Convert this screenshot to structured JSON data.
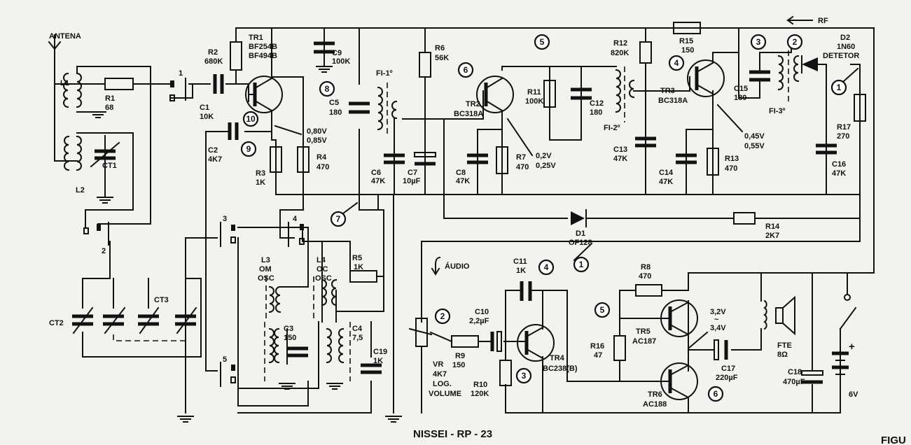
{
  "title": "NISSEI - RP - 23",
  "corner_text": "FIGU",
  "labels": {
    "antena": "ANTENA",
    "l1": "L1",
    "l2": "L2",
    "r1": "R1",
    "r1_val": "68",
    "ct1": "CT1",
    "ct2": "CT2",
    "ct3": "CT3",
    "sw1": "1",
    "sw2": "2",
    "sw3": "3",
    "sw4": "4",
    "sw5": "5",
    "c1": "C1",
    "c1_val": "10K",
    "c2": "C2",
    "c2_val": "4K7",
    "r2": "R2",
    "r2_val": "680K",
    "tr1": "TR1",
    "tr1_val1": "BF254B",
    "tr1_val2": "BF494B",
    "c9": "C9",
    "c9_val": "100K",
    "r3": "R3",
    "r3_val": "1K",
    "r4": "R4",
    "r4_val": "470",
    "v_tr1_a": "0,80V",
    "v_tr1_b": "0,85V",
    "c5": "C5",
    "c5_val": "180",
    "fi1": "FI-1º",
    "r6": "R6",
    "r6_val": "56K",
    "tr2": "TR2",
    "tr2_val": "BC318A",
    "c6": "C6",
    "c6_val": "47K",
    "c7": "C7",
    "c7_val": "10µF",
    "c8": "C8",
    "c8_val": "47K",
    "r7": "R7",
    "r7_val": "470",
    "v_tr2_a": "0,2V",
    "v_tr2_b": "0,25V",
    "r11": "R11",
    "r11_val": "100K",
    "c12": "C12",
    "c12_val": "180",
    "fi2": "FI-2º",
    "r12": "R12",
    "r12_val": "820K",
    "r15": "R15",
    "r15_val": "150",
    "rf": "RF",
    "tr3": "TR3",
    "tr3_val": "BC318A",
    "c13": "C13",
    "c13_val": "47K",
    "c14": "C14",
    "c14_val": "47K",
    "r13": "R13",
    "r13_val": "470",
    "v_tr3_a": "0,45V",
    "v_tr3_b": "0,55V",
    "c15": "C15",
    "c15_val": "180",
    "fi3": "FI-3º",
    "d2": "D2",
    "d2_val": "1N60",
    "detetor": "DETETOR",
    "r17": "R17",
    "r17_val": "270",
    "c16": "C16",
    "c16_val": "47K",
    "d1": "D1",
    "d1_val": "OF128",
    "r14": "R14",
    "r14_val": "2K7",
    "l3": "L3",
    "l3_a": "OM",
    "l3_b": "OSC",
    "l4": "L4",
    "l4_a": "OC",
    "l4_b": "OSC",
    "r5": "R5",
    "r5_val": "1K",
    "c3": "C3",
    "c3_val": "150",
    "c4": "C4",
    "c4_val": "7,5",
    "c19": "C19",
    "c19_val": "1K",
    "audio": "ÁUDIO",
    "vr": "VR",
    "vr_val": "4K7",
    "vr_log": "LOG.",
    "vr_vol": "VOLUME",
    "r9": "R9",
    "r9_val": "150",
    "c10": "C10",
    "c10_val": "2,2µF",
    "c11": "C11",
    "c11_val": "1K",
    "tr4": "TR4",
    "tr4_val": "BC238(B)",
    "r10": "R10",
    "r10_val": "120K",
    "r8": "R8",
    "r8_val": "470",
    "r16": "R16",
    "r16_val": "47",
    "tr5": "TR5",
    "tr5_val": "AC187",
    "tr6": "TR6",
    "tr6_val": "AC188",
    "v_out_a": "3,2V",
    "v_out_tilde": "~",
    "v_out_b": "3,4V",
    "c17": "C17",
    "c17_val": "220µF",
    "fte": "FTE",
    "fte_val": "8Ω",
    "c18": "C18",
    "c18_val": "470µF",
    "batt_plus": "+",
    "batt_val": "6V"
  },
  "test_points": [
    "1",
    "2",
    "3",
    "4",
    "5",
    "6",
    "7",
    "8",
    "9",
    "10"
  ]
}
